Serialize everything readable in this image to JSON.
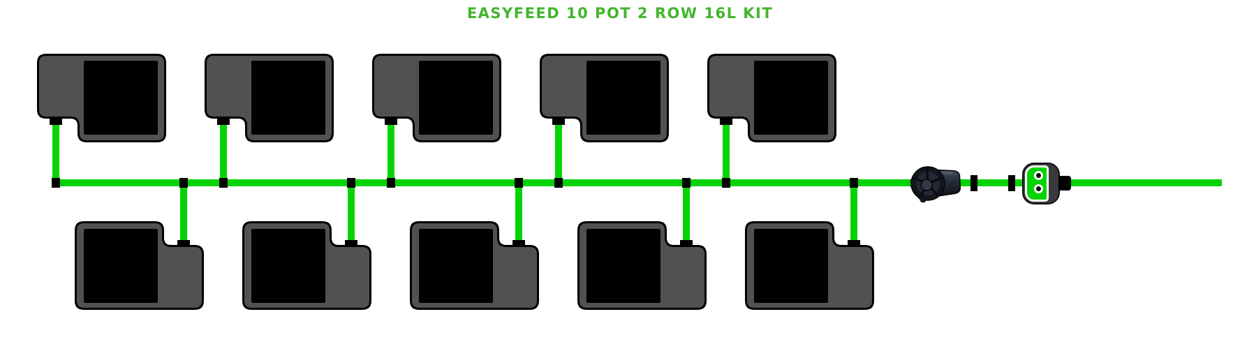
{
  "title": {
    "text": "EASYFEED 10 POT 2 ROW 16L KIT"
  },
  "colors": {
    "title_green": "#43b52c",
    "tube_green": "#06d306",
    "pot_body_gray": "#515154",
    "pot_opening_black": "#000000",
    "fitting_black": "#000000",
    "valve_body_dark": "#3a3a3e",
    "valve_face_white": "#ffffff",
    "pump_dark": "#171a21"
  },
  "diagram": {
    "pot_count": 10,
    "row_count": 2,
    "pots_per_row": 5,
    "pot_size_litres": 16
  }
}
